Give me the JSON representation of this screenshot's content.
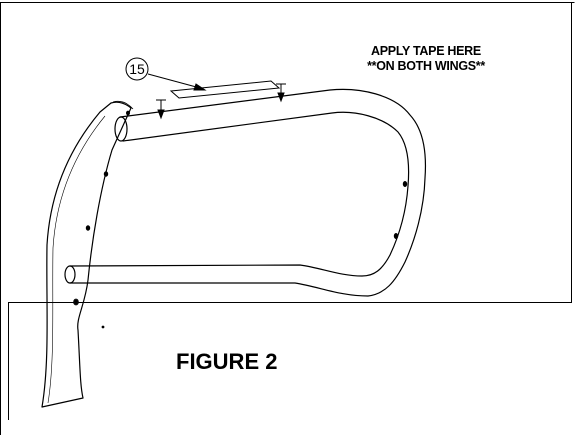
{
  "diagram": {
    "note": {
      "line1": "APPLY TAPE HERE",
      "line2": "**ON BOTH WINGS**"
    },
    "callout": {
      "number": "15"
    },
    "caption": "FIGURE 2"
  }
}
